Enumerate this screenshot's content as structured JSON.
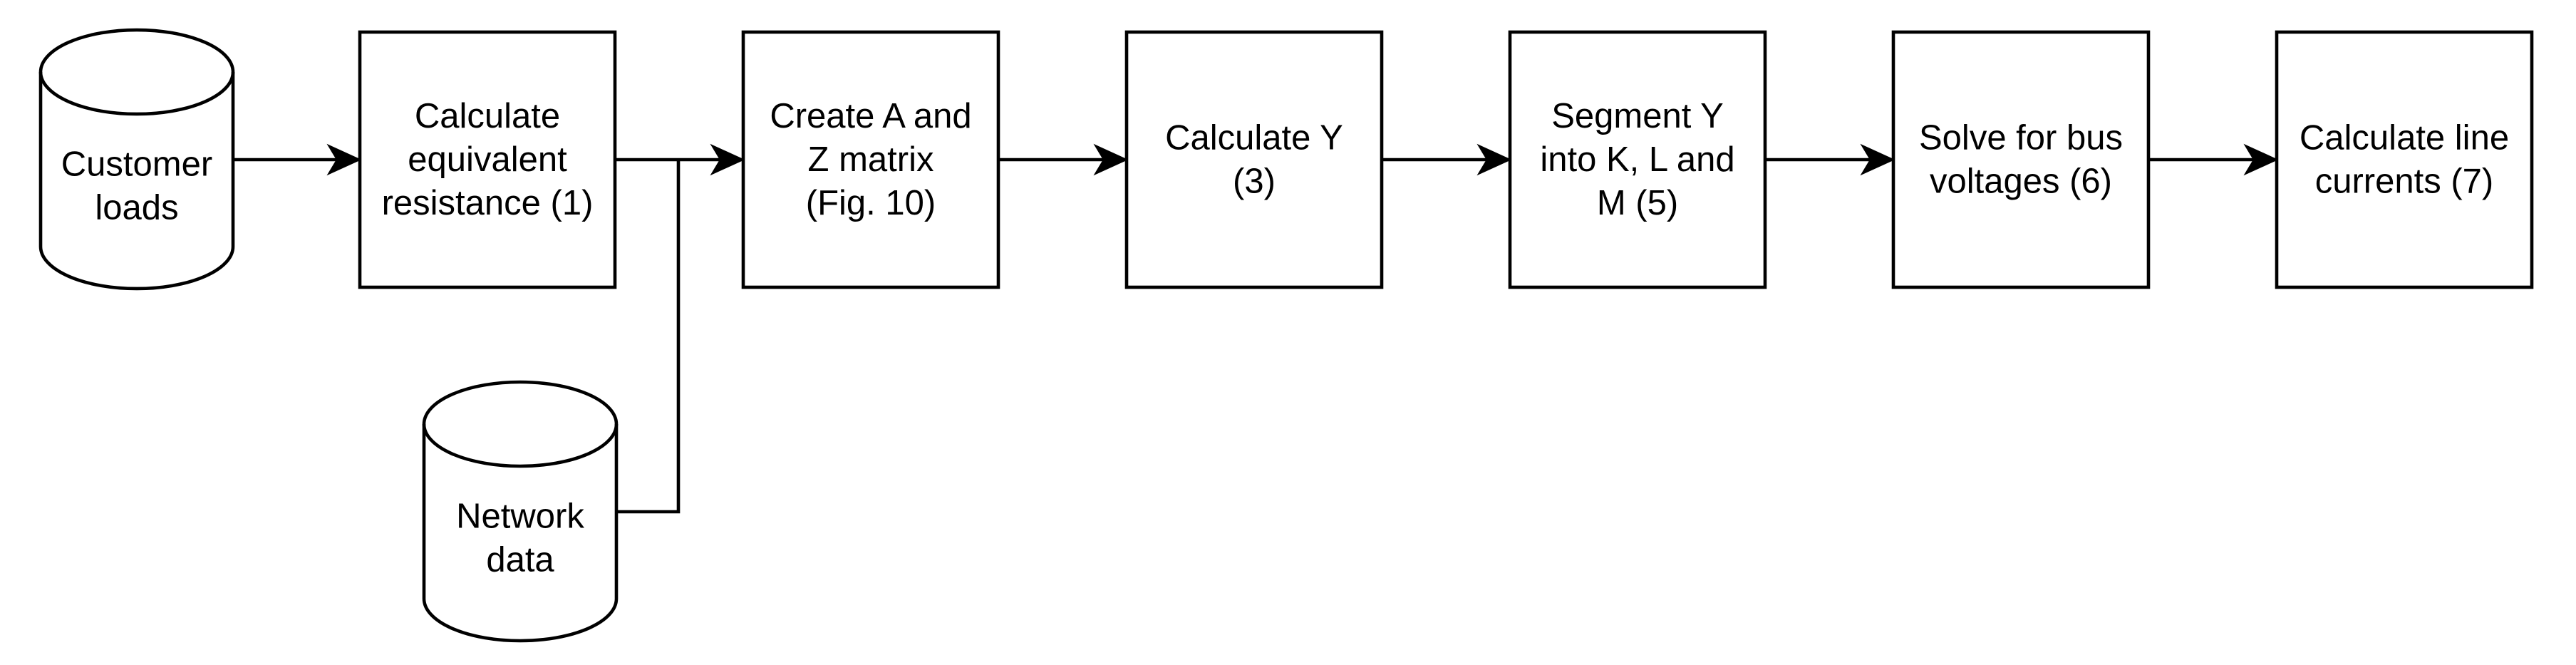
{
  "diagram": {
    "stroke_color": "#000000",
    "fill_color": "#ffffff",
    "databases": [
      {
        "id": "customer-loads",
        "lines": [
          "Customer",
          "loads"
        ]
      },
      {
        "id": "network-data",
        "lines": [
          "Network",
          "data"
        ]
      }
    ],
    "steps": [
      {
        "id": "calc-equivalent-resistance",
        "lines": [
          "Calculate",
          "equivalent",
          "resistance (1)"
        ]
      },
      {
        "id": "create-a-z-matrix",
        "lines": [
          "Create A and",
          "Z matrix",
          "(Fig. 10)"
        ]
      },
      {
        "id": "calculate-y",
        "lines": [
          "Calculate Y",
          "(3)"
        ]
      },
      {
        "id": "segment-y",
        "lines": [
          "Segment Y",
          "into K, L and",
          "M (5)"
        ]
      },
      {
        "id": "solve-bus-voltages",
        "lines": [
          "Solve for bus",
          "voltages (6)"
        ]
      },
      {
        "id": "calculate-line-currents",
        "lines": [
          "Calculate line",
          "currents (7)"
        ]
      }
    ],
    "connections": [
      {
        "from": "customer-loads",
        "to": "calc-equivalent-resistance"
      },
      {
        "from": "calc-equivalent-resistance",
        "to": "create-a-z-matrix"
      },
      {
        "from": "network-data",
        "to": "create-a-z-matrix"
      },
      {
        "from": "create-a-z-matrix",
        "to": "calculate-y"
      },
      {
        "from": "calculate-y",
        "to": "segment-y"
      },
      {
        "from": "segment-y",
        "to": "solve-bus-voltages"
      },
      {
        "from": "solve-bus-voltages",
        "to": "calculate-line-currents"
      }
    ]
  }
}
